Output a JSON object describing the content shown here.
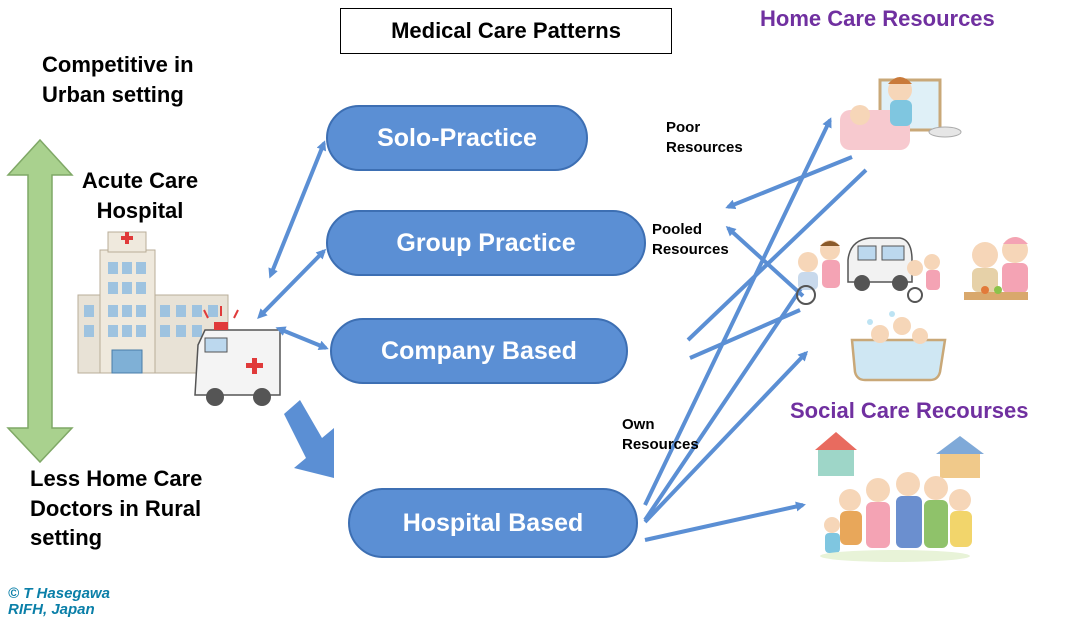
{
  "title": "Medical Care Patterns",
  "header_right": "Home Care Resources",
  "social_care": "Social Care Recourses",
  "left": {
    "top_line1": "Competitive in",
    "top_line2": "Urban setting",
    "hospital_line1": "Acute Care",
    "hospital_line2": "Hospital",
    "bottom_line1": "Less Home Care",
    "bottom_line2": "Doctors in Rural",
    "bottom_line3": "setting"
  },
  "patterns": [
    {
      "label": "Solo-Practice"
    },
    {
      "label": "Group Practice"
    },
    {
      "label": "Company Based"
    },
    {
      "label": "Hospital Based"
    }
  ],
  "resource_labels": {
    "poor_line1": "Poor",
    "poor_line2": "Resources",
    "pooled_line1": "Pooled",
    "pooled_line2": "Resources",
    "own_line1": "Own",
    "own_line2": "Resources"
  },
  "copyright_line1": "© T Hasegawa",
  "copyright_line2": "RIFH, Japan",
  "colors": {
    "pill_fill": "#5b8fd4",
    "arrow": "#5b8fd4",
    "vertical_arrow": "#a9d18e",
    "heading_purple": "#7030a0"
  }
}
